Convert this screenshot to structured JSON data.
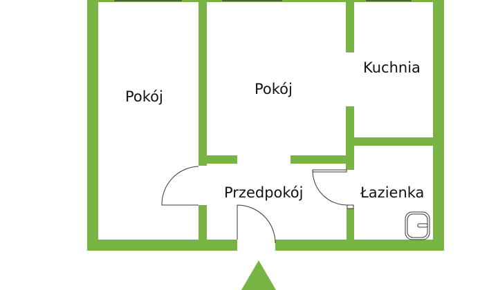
{
  "plan": {
    "wall_color": "#77b443",
    "rooms": [
      {
        "id": "pokoj-left",
        "label": "Pokój"
      },
      {
        "id": "pokoj-center",
        "label": "Pokój"
      },
      {
        "id": "kuchnia",
        "label": "Kuchnia"
      },
      {
        "id": "przedpokoj",
        "label": "Przedpokój"
      },
      {
        "id": "lazienka",
        "label": "Łazienka"
      }
    ],
    "entrance_marker": "entrance-arrow-icon"
  }
}
